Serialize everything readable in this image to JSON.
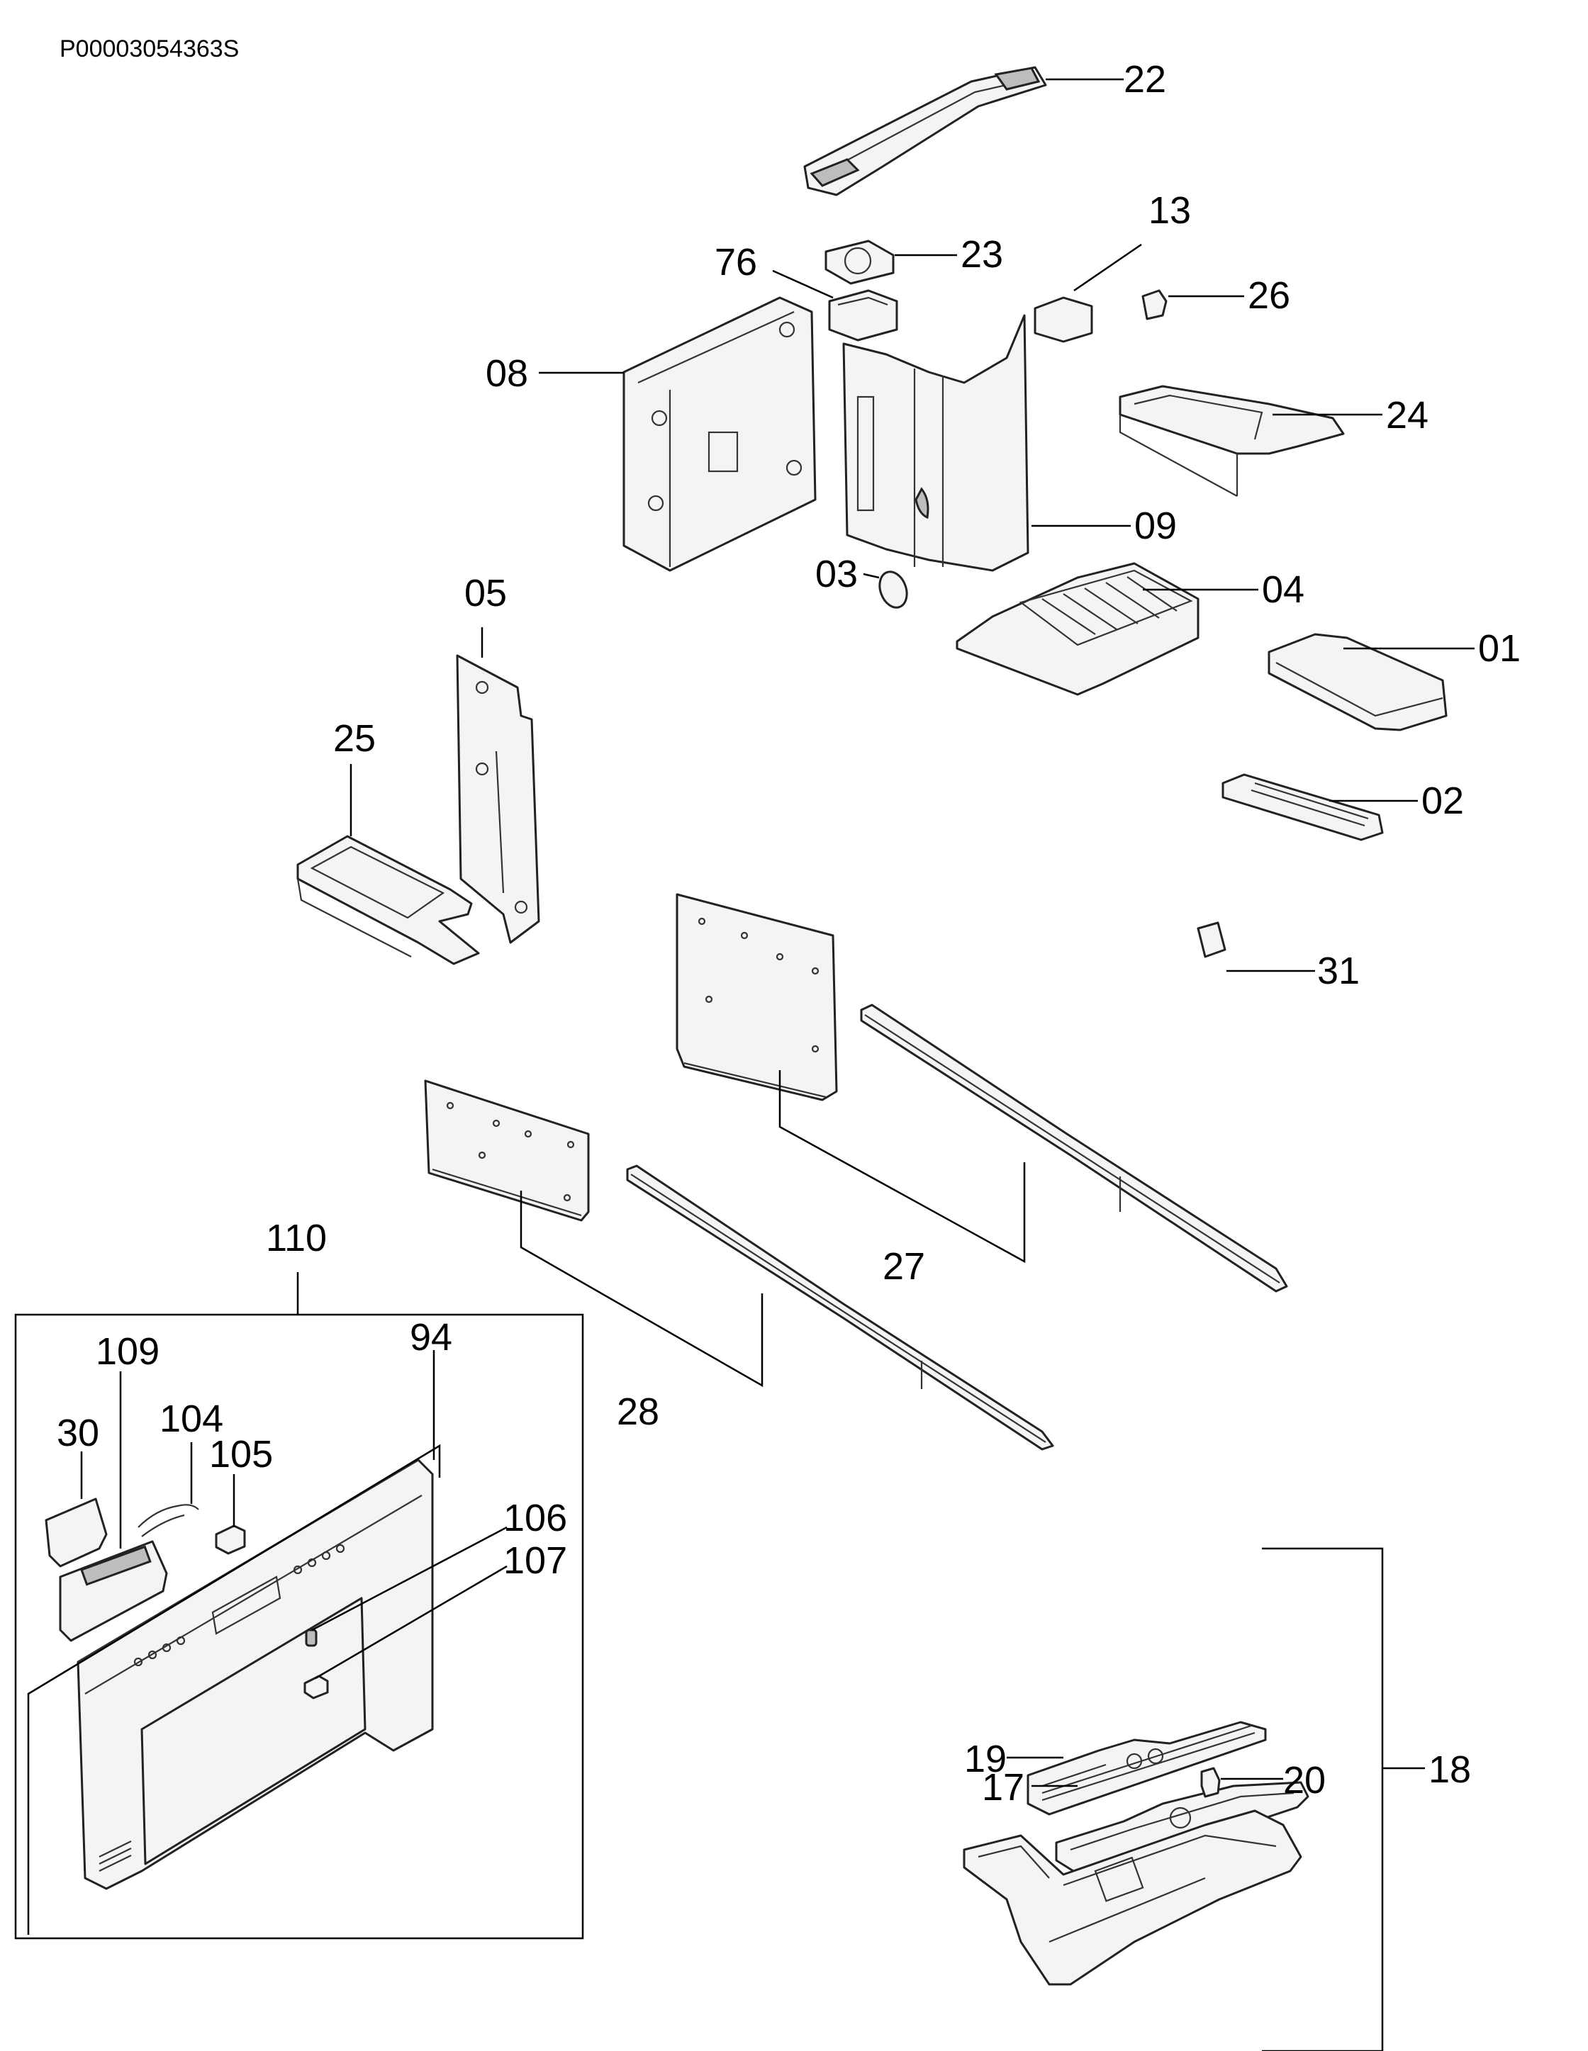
{
  "document": {
    "id": "P00003054363S"
  },
  "labels": {
    "l22": "22",
    "l13": "13",
    "l76": "76",
    "l23": "23",
    "l26": "26",
    "l08": "08",
    "l24": "24",
    "l09": "09",
    "l03": "03",
    "l04": "04",
    "l05": "05",
    "l01": "01",
    "l25": "25",
    "l02": "02",
    "l31": "31",
    "l27": "27",
    "l110": "110",
    "l28": "28",
    "l109": "109",
    "l94": "94",
    "l104": "104",
    "l30": "30",
    "l105": "105",
    "l106": "106",
    "l107": "107",
    "l17": "17",
    "l19": "19",
    "l20": "20",
    "l18": "18"
  }
}
